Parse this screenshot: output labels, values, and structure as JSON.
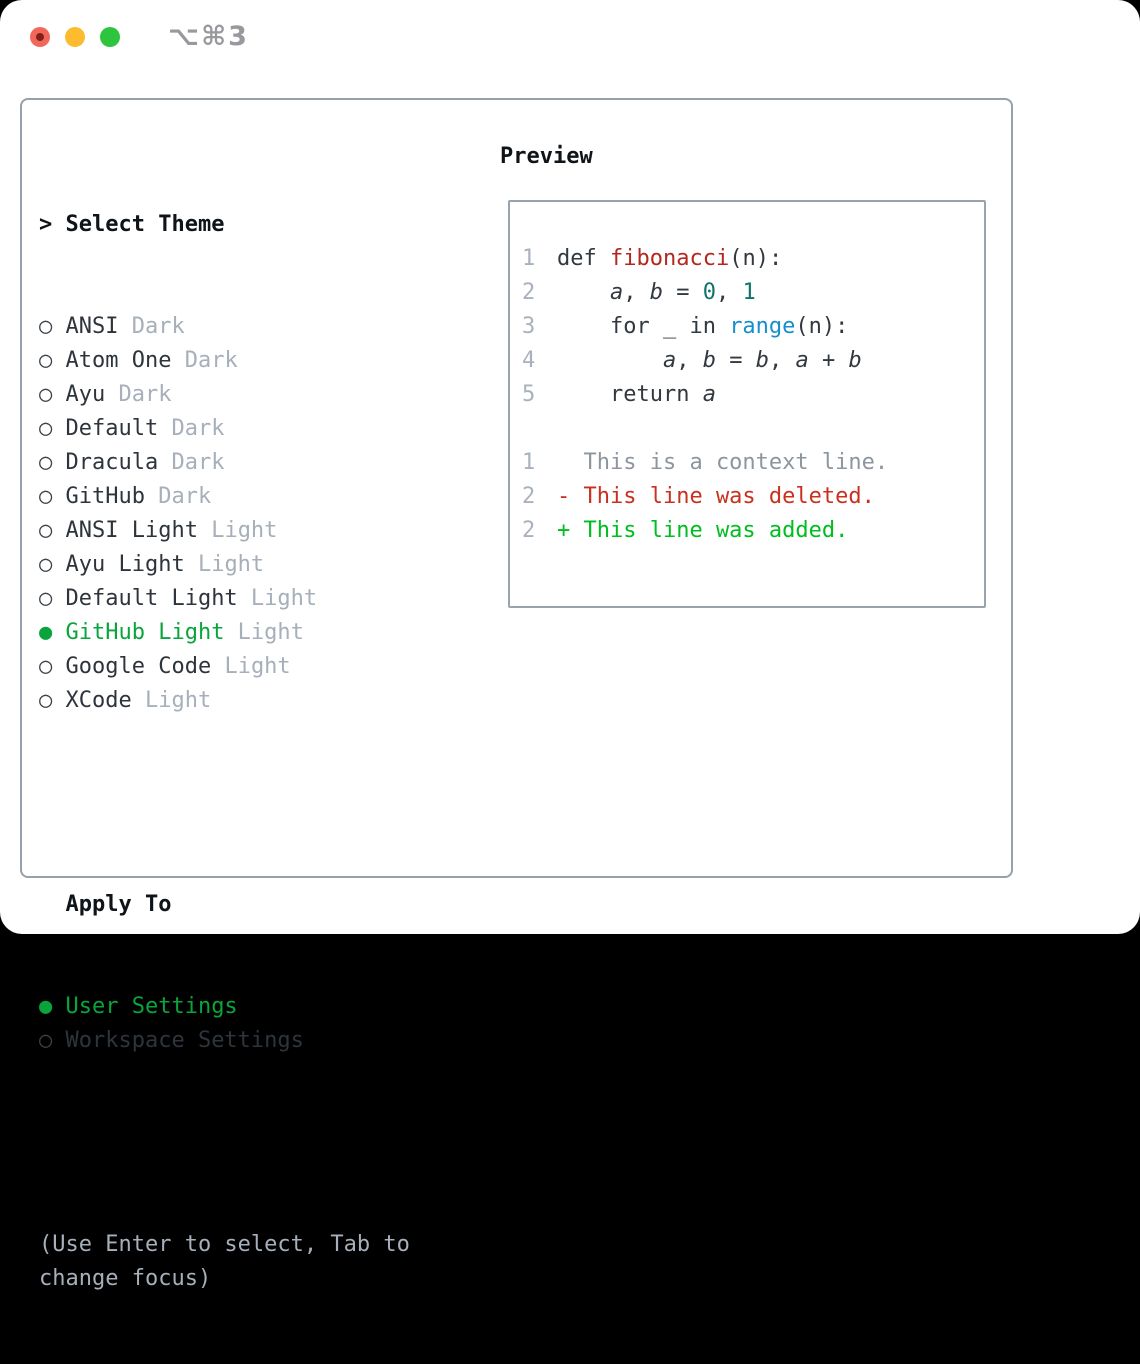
{
  "titlebar": {
    "shortcut": "⌥⌘3",
    "lights": [
      "close",
      "minimize",
      "zoom"
    ]
  },
  "theme_panel": {
    "prompt": ">",
    "title": "Select Theme",
    "themes": [
      {
        "name": "ANSI",
        "variant": "Dark",
        "selected": false
      },
      {
        "name": "Atom One",
        "variant": "Dark",
        "selected": false
      },
      {
        "name": "Ayu",
        "variant": "Dark",
        "selected": false
      },
      {
        "name": "Default",
        "variant": "Dark",
        "selected": false
      },
      {
        "name": "Dracula",
        "variant": "Dark",
        "selected": false
      },
      {
        "name": "GitHub",
        "variant": "Dark",
        "selected": false
      },
      {
        "name": "ANSI Light",
        "variant": "Light",
        "selected": false
      },
      {
        "name": "Ayu Light",
        "variant": "Light",
        "selected": false
      },
      {
        "name": "Default Light",
        "variant": "Light",
        "selected": false
      },
      {
        "name": "GitHub Light",
        "variant": "Light",
        "selected": true
      },
      {
        "name": "Google Code",
        "variant": "Light",
        "selected": false
      },
      {
        "name": "XCode",
        "variant": "Light",
        "selected": false
      }
    ],
    "radio_selected_icon": "●",
    "radio_unselected_icon": "○",
    "apply_to": {
      "title": "Apply To",
      "options": [
        {
          "label": "User Settings",
          "selected": true
        },
        {
          "label": "Workspace Settings",
          "selected": false
        }
      ]
    },
    "hint": "(Use Enter to select, Tab to change focus)"
  },
  "preview": {
    "title": "Preview",
    "code_lines": [
      {
        "num": "1",
        "tokens": [
          {
            "t": "def ",
            "c": "plain"
          },
          {
            "t": "fibonacci",
            "c": "func"
          },
          {
            "t": "(n):",
            "c": "plain"
          }
        ]
      },
      {
        "num": "2",
        "tokens": [
          {
            "t": "    ",
            "c": "plain"
          },
          {
            "t": "a",
            "c": "var"
          },
          {
            "t": ", ",
            "c": "plain"
          },
          {
            "t": "b",
            "c": "var"
          },
          {
            "t": " = ",
            "c": "plain"
          },
          {
            "t": "0",
            "c": "num"
          },
          {
            "t": ", ",
            "c": "plain"
          },
          {
            "t": "1",
            "c": "num"
          }
        ]
      },
      {
        "num": "3",
        "tokens": [
          {
            "t": "    for _ in ",
            "c": "plain"
          },
          {
            "t": "range",
            "c": "builtin"
          },
          {
            "t": "(n):",
            "c": "plain"
          }
        ]
      },
      {
        "num": "4",
        "tokens": [
          {
            "t": "        ",
            "c": "plain"
          },
          {
            "t": "a",
            "c": "var"
          },
          {
            "t": ", ",
            "c": "plain"
          },
          {
            "t": "b",
            "c": "var"
          },
          {
            "t": " = ",
            "c": "plain"
          },
          {
            "t": "b",
            "c": "var"
          },
          {
            "t": ", ",
            "c": "plain"
          },
          {
            "t": "a",
            "c": "var"
          },
          {
            "t": " + ",
            "c": "plain"
          },
          {
            "t": "b",
            "c": "var"
          }
        ]
      },
      {
        "num": "5",
        "tokens": [
          {
            "t": "    return ",
            "c": "plain"
          },
          {
            "t": "a",
            "c": "var"
          }
        ]
      }
    ],
    "diff_lines": [
      {
        "num": "1",
        "tokens": [
          {
            "t": "  This is a context line.",
            "c": "context"
          }
        ]
      },
      {
        "num": "2",
        "tokens": [
          {
            "t": "- This line was deleted.",
            "c": "deleted"
          }
        ]
      },
      {
        "num": "2",
        "tokens": [
          {
            "t": "+ This line was added.",
            "c": "added"
          }
        ]
      }
    ]
  },
  "colors": {
    "selection_green": "#09a53c",
    "added_green": "#00bd20",
    "deleted_red": "#c9311f",
    "function_red": "#b3271e",
    "number_teal": "#0d7569",
    "builtin_blue": "#168fcc",
    "muted_gray": "#a6afba",
    "dark_text": "#2e343b",
    "border_gray": "#97a1ab",
    "traffic_red": "#f2675c",
    "traffic_yellow": "#fdbc30",
    "traffic_green": "#2ec53e"
  }
}
